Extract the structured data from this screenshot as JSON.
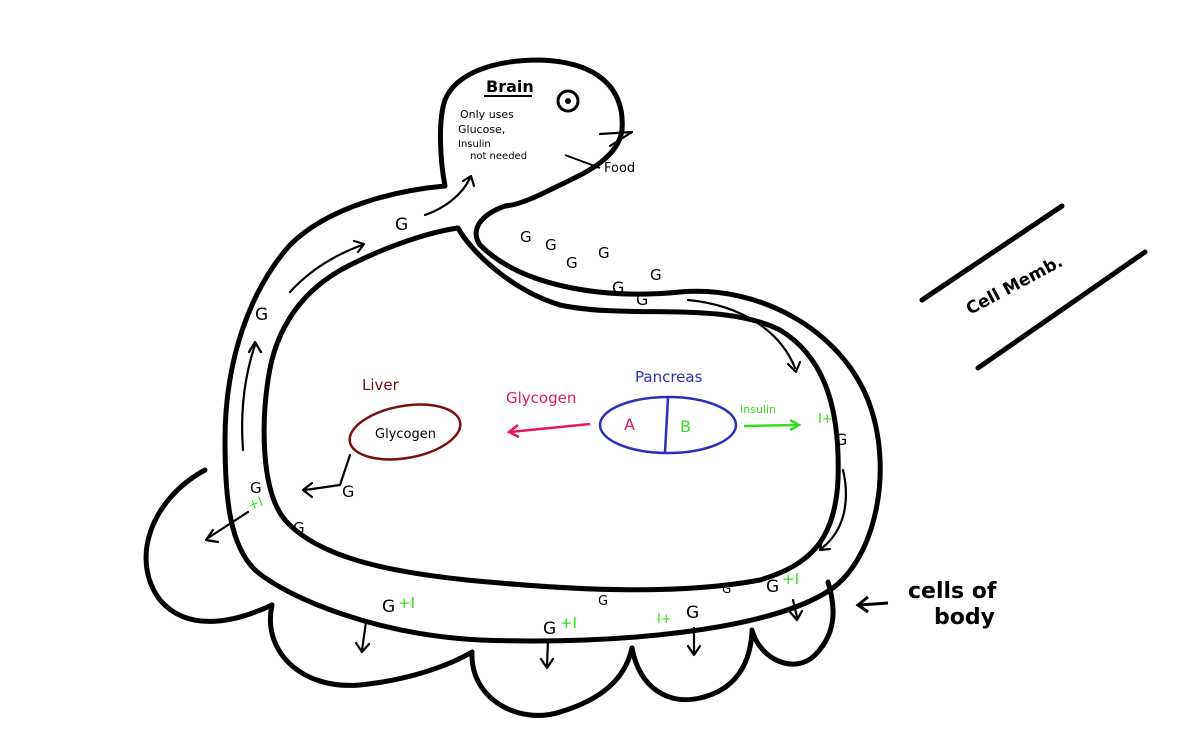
{
  "brain": {
    "title": "Brain",
    "note_lines": [
      "Only uses",
      "Glucose,",
      "Insulin",
      "not needed"
    ]
  },
  "food_label": "Food",
  "cell_memb_label": "Cell Memb.",
  "liver": {
    "title": "Liver",
    "content": "Glycogen"
  },
  "pancreas": {
    "title": "Pancreas",
    "cell_a": "A",
    "cell_b": "B"
  },
  "glycogen_label": "Glycogen",
  "insulin_label": "Insulin",
  "body_cells_label_line1": "cells of",
  "body_cells_label_line2": "body",
  "glucose_symbol": "G",
  "insulin_tag_plus": "+I",
  "insulin_tag_prefix": "I+",
  "colors": {
    "outline": "#000000",
    "liver": "#7a1010",
    "pancreas": "#2b2fc0",
    "glycogen": "#e8175d",
    "insulin": "#33dd22"
  }
}
